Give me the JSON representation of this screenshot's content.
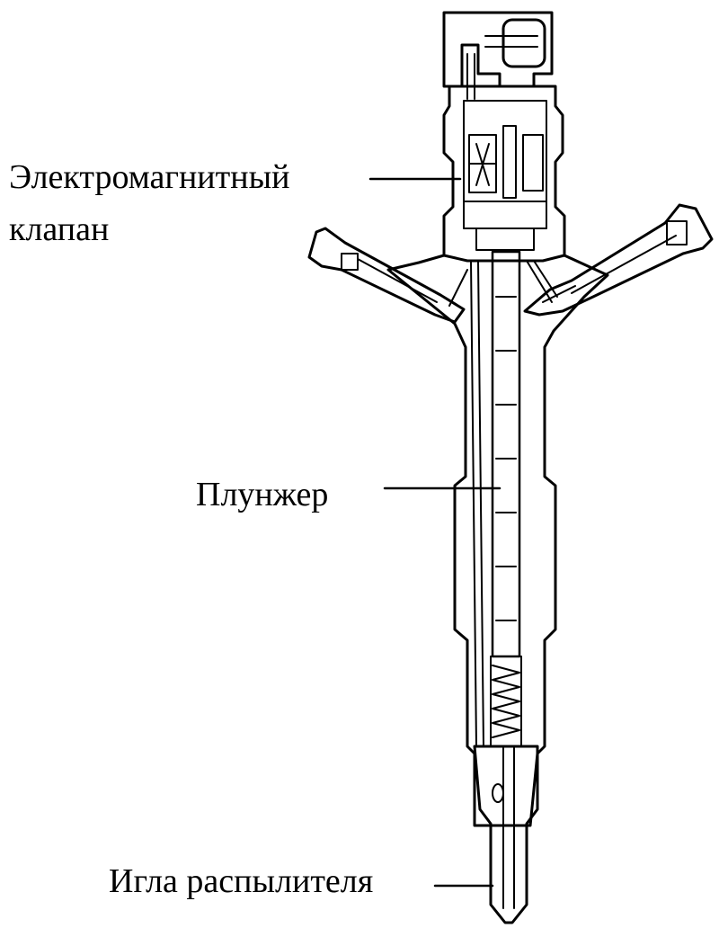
{
  "labels": {
    "solenoid_valve_line1": "Электромагнитный",
    "solenoid_valve_line2": "клапан",
    "plunger": "Плунжер",
    "nozzle_needle": "Игла распылителя"
  },
  "style": {
    "ink": "#000000",
    "background": "#ffffff"
  }
}
